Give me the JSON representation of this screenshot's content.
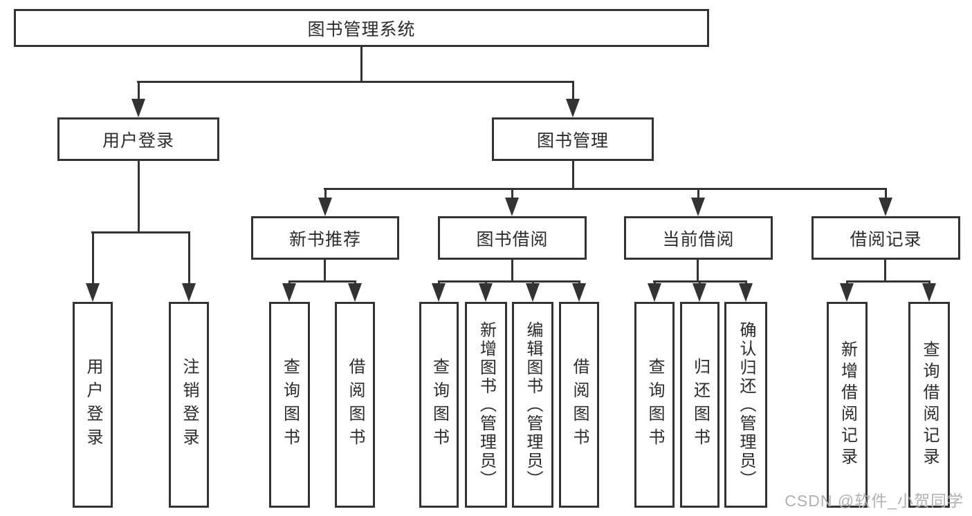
{
  "diagram": {
    "root": {
      "label": "图书管理系统"
    },
    "branches": [
      {
        "label": "用户登录",
        "children": [
          {
            "label": "用户登录"
          },
          {
            "label": "注销登录"
          }
        ]
      },
      {
        "label": "图书管理",
        "children": [
          {
            "label": "新书推荐",
            "children": [
              {
                "label": "查询图书"
              },
              {
                "label": "借阅图书"
              }
            ]
          },
          {
            "label": "图书借阅",
            "children": [
              {
                "label": "查询图书"
              },
              {
                "label": "新增图书（管理员）"
              },
              {
                "label": "编辑图书（管理员）"
              },
              {
                "label": "借阅图书"
              }
            ]
          },
          {
            "label": "当前借阅",
            "children": [
              {
                "label": "查询图书"
              },
              {
                "label": "归还图书"
              },
              {
                "label": "确认归还（管理员）"
              }
            ]
          },
          {
            "label": "借阅记录",
            "children": [
              {
                "label": "新增借阅记录"
              },
              {
                "label": "查询借阅记录"
              }
            ]
          }
        ]
      }
    ]
  },
  "watermark": {
    "text": "CSDN @软件_小贺同学"
  },
  "colors": {
    "line": "#333333",
    "text": "#2b2b2b",
    "watermark": "#b0b0b0",
    "background": "#ffffff"
  }
}
